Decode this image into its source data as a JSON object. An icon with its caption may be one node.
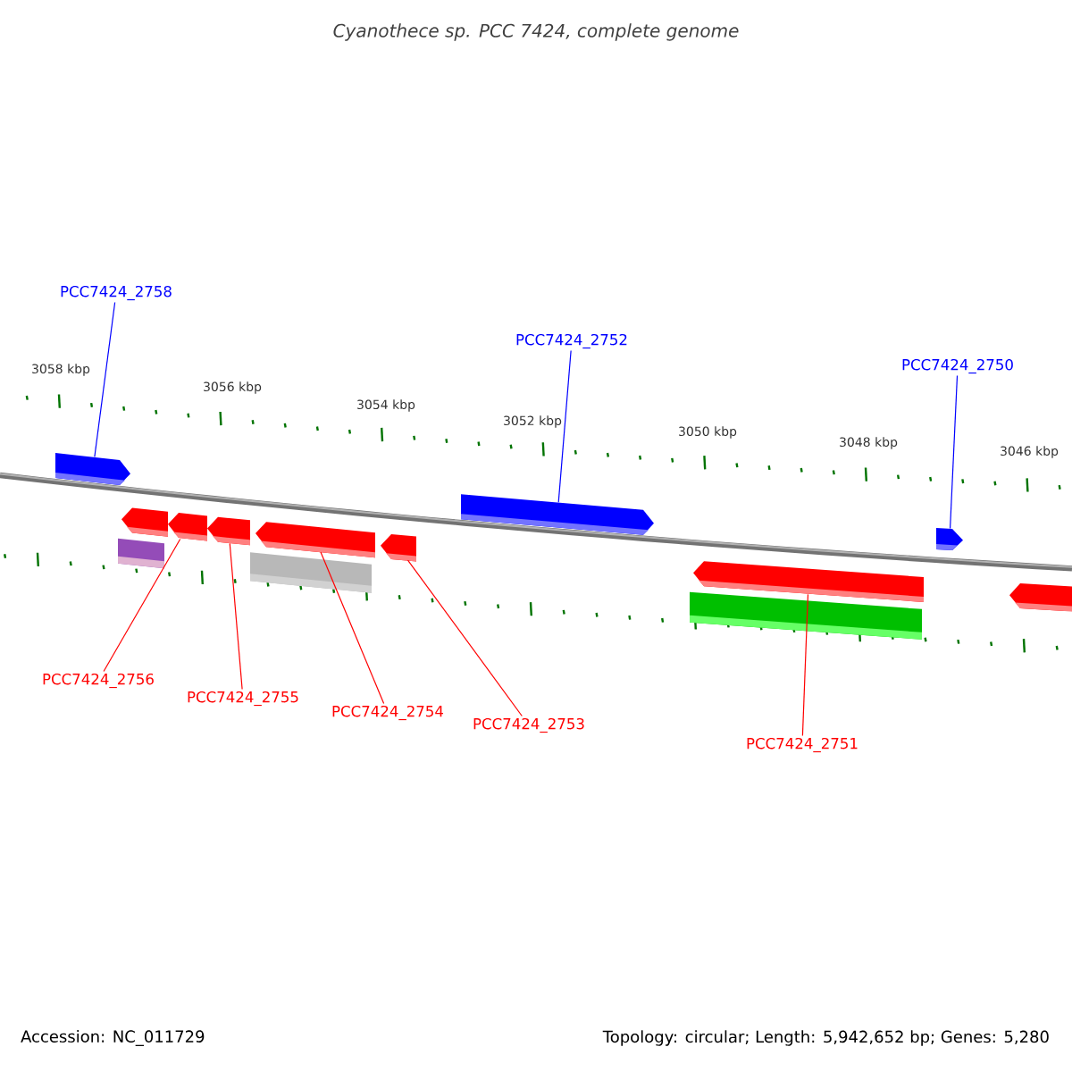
{
  "diagram": {
    "title": "Cyanothece sp. PCC 7424, complete genome",
    "nodes": [
      {
        "text": [
          "PCC7424_2758"
        ]
      },
      {
        "text": [
          "PCC7424_2752"
        ]
      },
      {
        "text": [
          "PCC7424_2750"
        ]
      },
      {
        "text": [
          "PCC7424_2756"
        ]
      },
      {
        "text": [
          "PCC7424_2755"
        ]
      },
      {
        "text": [
          "PCC7424_2754"
        ]
      },
      {
        "text": [
          "PCC7424_2753"
        ]
      },
      {
        "text": [
          "PCC7424_2751"
        ]
      },
      {
        "text": [],
        "shape": "bar"
      },
      {
        "text": [],
        "shape": "bar"
      },
      {
        "text": [],
        "shape": "bar"
      },
      {
        "text": [],
        "shape": "bar"
      },
      {
        "text": [],
        "shape": "bar"
      },
      {
        "text": [],
        "shape": "bar"
      },
      {
        "text": [],
        "shape": "bar"
      },
      {
        "text": [],
        "shape": "bar"
      },
      {
        "text": [],
        "shape": "bar"
      },
      {
        "text": [],
        "shape": "bar"
      },
      {
        "text": [],
        "shape": "box"
      },
      {
        "text": [],
        "shape": "box"
      },
      {
        "text": [],
        "shape": "box"
      }
    ],
    "edges": [
      {
        "from": 0,
        "to": 8,
        "arrow": "none",
        "color": "#0000ff"
      },
      {
        "from": 1,
        "to": 9,
        "arrow": "none",
        "color": "#0000ff"
      },
      {
        "from": 2,
        "to": 10,
        "arrow": "none",
        "color": "#0000ff"
      },
      {
        "from": 3,
        "to": 11,
        "arrow": "none"
      },
      {
        "from": 4,
        "to": 12,
        "arrow": "none"
      },
      {
        "from": 5,
        "to": 13,
        "arrow": "none"
      },
      {
        "from": 6,
        "to": 14,
        "arrow": "none"
      },
      {
        "from": 7,
        "to": 15,
        "arrow": "none"
      }
    ],
    "labels": [
      "3058 kbp",
      "3056 kbp",
      "3054 kbp",
      "3052 kbp",
      "3050 kbp",
      "3048 kbp",
      "3046 kbp",
      "Accession: NC_011729",
      "Topology: circular; Length: 5,942,652 bp; Genes: 5,280"
    ]
  }
}
